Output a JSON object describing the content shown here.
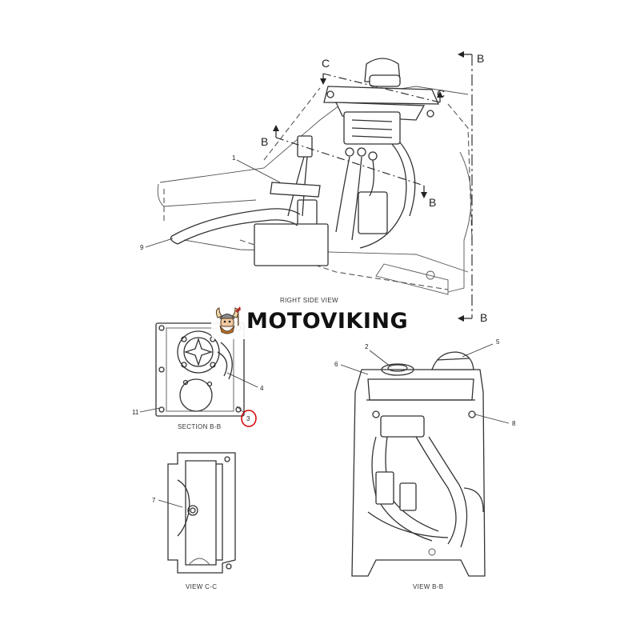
{
  "watermark": {
    "brand": "MOTOVIKING"
  },
  "callouts": {
    "c1": "1",
    "c2": "2",
    "c3": "3",
    "c4": "4",
    "c5": "5",
    "c6": "6",
    "c7": "7",
    "c8": "8",
    "c9": "9",
    "c11": "11"
  },
  "section_markers": {
    "b_top_left": "B",
    "b_bottom_left": "B",
    "b_right_top": "B",
    "b_right_bottom": "B",
    "c_left": "C",
    "c_right": "C"
  },
  "captions": {
    "right_side_view": "RIGHT SIDE VIEW",
    "section_bb": "SECTION B-B",
    "view_cc": "VIEW C-C",
    "view_bb": "VIEW B-B"
  },
  "highlight_color": "#d40000"
}
